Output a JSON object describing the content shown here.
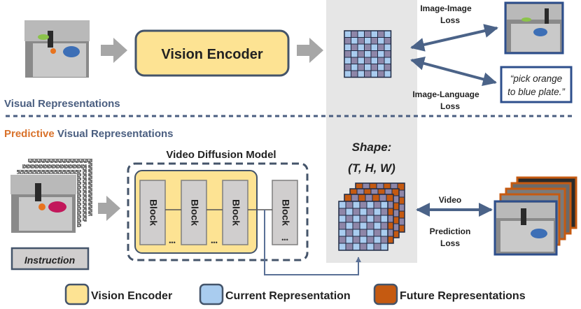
{
  "top": {
    "encoder_label": "Vision Encoder",
    "section_label": "Visual Representations",
    "image_image_loss": [
      "Image-Image",
      "Loss"
    ],
    "image_language_loss": [
      "Image-Language",
      "Loss"
    ],
    "instruction_quote": [
      "“pick orange",
      "to blue plate.”"
    ]
  },
  "bottom": {
    "section_label_accent": "Predictive",
    "section_label_rest": " Visual Representations",
    "model_title": "Video Diffusion Model",
    "block_label": "Block",
    "ellipsis": "•••",
    "shape_title": "Shape:",
    "shape_dims": "(T, H, W)",
    "video_prediction_loss": [
      "Video",
      "Prediction",
      "Loss"
    ],
    "instruction_label": "Instruction"
  },
  "legend": [
    {
      "label": "Vision Encoder",
      "color": "#FDE393"
    },
    {
      "label": "Current Representation",
      "color": "#A9CCEF"
    },
    {
      "label": "Future Representations",
      "color": "#C55A11"
    }
  ],
  "colors": {
    "encoder_fill": "#FDE393",
    "frame_blue": "#2E4F8C",
    "grid_blue": "#A9CCEF",
    "grid_purple": "#8E86A8",
    "future_orange": "#C55A11",
    "accent_text": "#D9722B",
    "section_text": "#4A5E80",
    "panel_gray": "#E6E6E6",
    "arrow_gray": "#A6A6A6",
    "block_gray": "#D0CECE"
  }
}
